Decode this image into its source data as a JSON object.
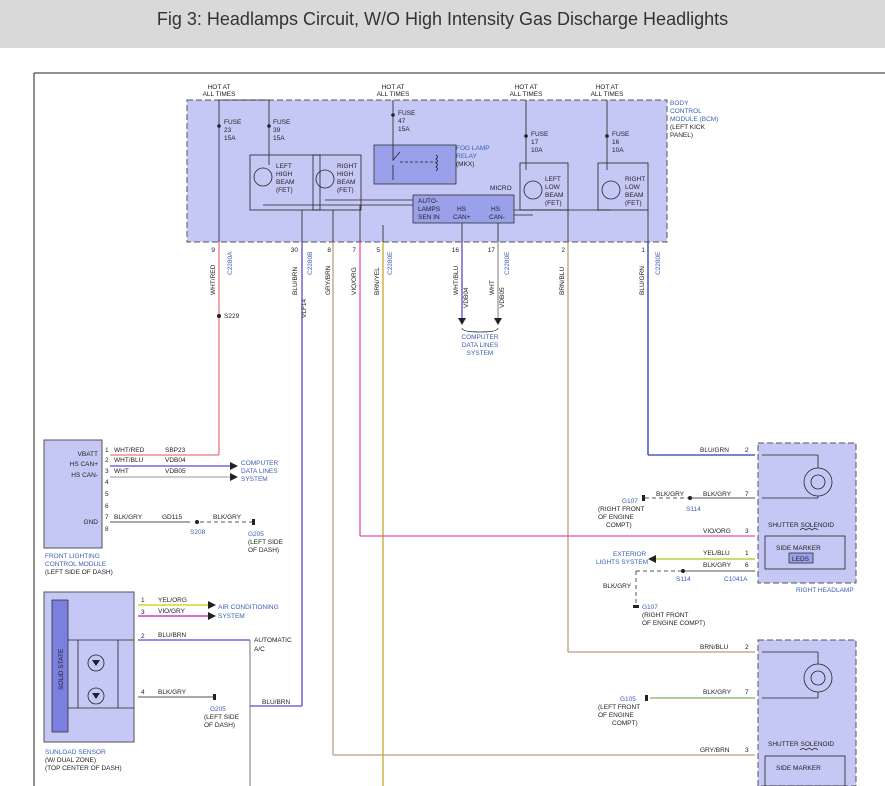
{
  "title": "Fig 3: Headlamps Circuit, W/O High Intensity Gas Discharge Headlights",
  "bcm": {
    "hot": [
      {
        "l1": "HOT AT",
        "l2": "ALL TIMES"
      },
      {
        "l1": "HOT AT",
        "l2": "ALL TIMES"
      },
      {
        "l1": "HOT AT",
        "l2": "ALL TIMES"
      },
      {
        "l1": "HOT AT",
        "l2": "ALL TIMES"
      }
    ],
    "fuses": [
      {
        "l1": "FUSE",
        "l2": "23",
        "l3": "15A"
      },
      {
        "l1": "FUSE",
        "l2": "39",
        "l3": "15A"
      },
      {
        "l1": "FUSE",
        "l2": "47",
        "l3": "15A"
      },
      {
        "l1": "FUSE",
        "l2": "17",
        "l3": "10A"
      },
      {
        "l1": "FUSE",
        "l2": "16",
        "l3": "10A"
      }
    ],
    "fets": [
      {
        "l1": "LEFT",
        "l2": "HIGH",
        "l3": "BEAM",
        "l4": "(FET)"
      },
      {
        "l1": "RIGHT",
        "l2": "HIGH",
        "l3": "BEAM",
        "l4": "(FET)"
      },
      {
        "l1": "LEFT",
        "l2": "LOW",
        "l3": "BEAM",
        "l4": "(FET)"
      },
      {
        "l1": "RIGHT",
        "l2": "LOW",
        "l3": "BEAM",
        "l4": "(FET)"
      }
    ],
    "relay": {
      "l1": "FOG LAMP",
      "l2": "RELAY",
      "l3": "(MKX)"
    },
    "micro": "MICRO",
    "auto": {
      "l1": "AUTO-",
      "l2": "LAMPS",
      "l3": "SEN IN"
    },
    "hscanp": {
      "l1": "HS",
      "l2": "CAN+"
    },
    "hscanm": {
      "l1": "HS",
      "l2": "CAN-"
    },
    "name": {
      "l1": "BODY",
      "l2": "CONTROL",
      "l3": "MODULE (BCM)",
      "l4": "(LEFT KICK",
      "l5": "PANEL)"
    }
  },
  "bcm_pins": [
    "9",
    "30",
    "8",
    "7",
    "5",
    "16",
    "17",
    "2",
    "1"
  ],
  "bcm_connectors": [
    "C2280A",
    "C2280B",
    "C2280E",
    "C2280E",
    "C2280E"
  ],
  "vwires": [
    "WHT/RED",
    "BLU/BRN",
    "GRY/BRN",
    "VIO/ORG",
    "BRN/YEL",
    "WHT/BLU",
    "WHT",
    "BRN/BLU",
    "BLU/GRN"
  ],
  "vdb": [
    "VDB04",
    "VDB05"
  ],
  "vlf14": "VLF14",
  "s229": "S229",
  "cdl": {
    "l1": "COMPUTER",
    "l2": "DATA LINES",
    "l3": "SYSTEM"
  },
  "flcm": {
    "labels": [
      "VBATT",
      "HS CAN+",
      "HS CAN-",
      "GND"
    ],
    "pins": [
      "1",
      "2",
      "3",
      "4",
      "5",
      "6",
      "7",
      "8"
    ],
    "wires": [
      "WHT/RED",
      "WHT/BLU",
      "WHT",
      "BLK/GRY"
    ],
    "circuits": [
      "SBP23",
      "VDB04",
      "VDB05",
      "GD115"
    ],
    "s208": "S208",
    "blkgry2": "BLK/GRY",
    "g205": {
      "l1": "G205",
      "l2": "(LEFT SIDE",
      "l3": "OF DASH)"
    },
    "name": {
      "l1": "FRONT LIGHTING",
      "l2": "CONTROL MODULE",
      "l3": "(LEFT SIDE OF DASH)"
    }
  },
  "sunload": {
    "solid": "SOLID STATE",
    "pins": [
      "1",
      "3",
      "2",
      "4"
    ],
    "wires": [
      "YEL/ORG",
      "VIO/GRY",
      "BLU/BRN",
      "BLK/GRY"
    ],
    "ac": {
      "l1": "AIR CONDITIONING",
      "l2": "SYSTEM"
    },
    "auto": {
      "l1": "AUTOMATIC",
      "l2": "A/C"
    },
    "blubrn": "BLU/BRN",
    "g205": {
      "l1": "G205",
      "l2": "(LEFT SIDE",
      "l3": "OF DASH)"
    },
    "name": {
      "l1": "SUNLOAD SENSOR",
      "l2": "(W/ DUAL ZONE)",
      "l3": "(TOP CENTER OF DASH)"
    }
  },
  "rh": {
    "blugrn": "BLU/GRN",
    "p2": "2",
    "g107a": {
      "l1": "G107",
      "l2": "(RIGHT FRONT",
      "l3": "OF ENGINE",
      "l4": "COMPT)"
    },
    "blkgry1": "BLK/GRY",
    "blkgry2": "BLK/GRY",
    "p7": "7",
    "s114a": "S114",
    "vioorg": "VIO/ORG",
    "p3": "3",
    "ext": {
      "l1": "EXTERIOR",
      "l2": "LIGHTS SYSTEM"
    },
    "yelblu": "YEL/BLU",
    "p1": "1",
    "blkgry3": "BLK/GRY",
    "p6": "6",
    "s114b": "S114",
    "c1041a": "C1041A",
    "blkgry4": "BLK/GRY",
    "g107b": {
      "l1": "G107",
      "l2": "(RIGHT FRONT",
      "l3": "OF ENGINE COMPT)"
    },
    "shutter": "SHUTTER SOLENOID",
    "side": "SIDE MARKER",
    "leds": "LEDS",
    "name": "RIGHT HEADLAMP"
  },
  "lh": {
    "brnblu": "BRN/BLU",
    "p2": "2",
    "g105": {
      "l1": "G105",
      "l2": "(LEFT FRONT",
      "l3": "OF ENGINE",
      "l4": "COMPT)"
    },
    "blkgry": "BLK/GRY",
    "p7": "7",
    "grybrn": "GRY/BRN",
    "p3": "3",
    "shutter": "SHUTTER SOLENOID",
    "side": "SIDE MARKER"
  }
}
